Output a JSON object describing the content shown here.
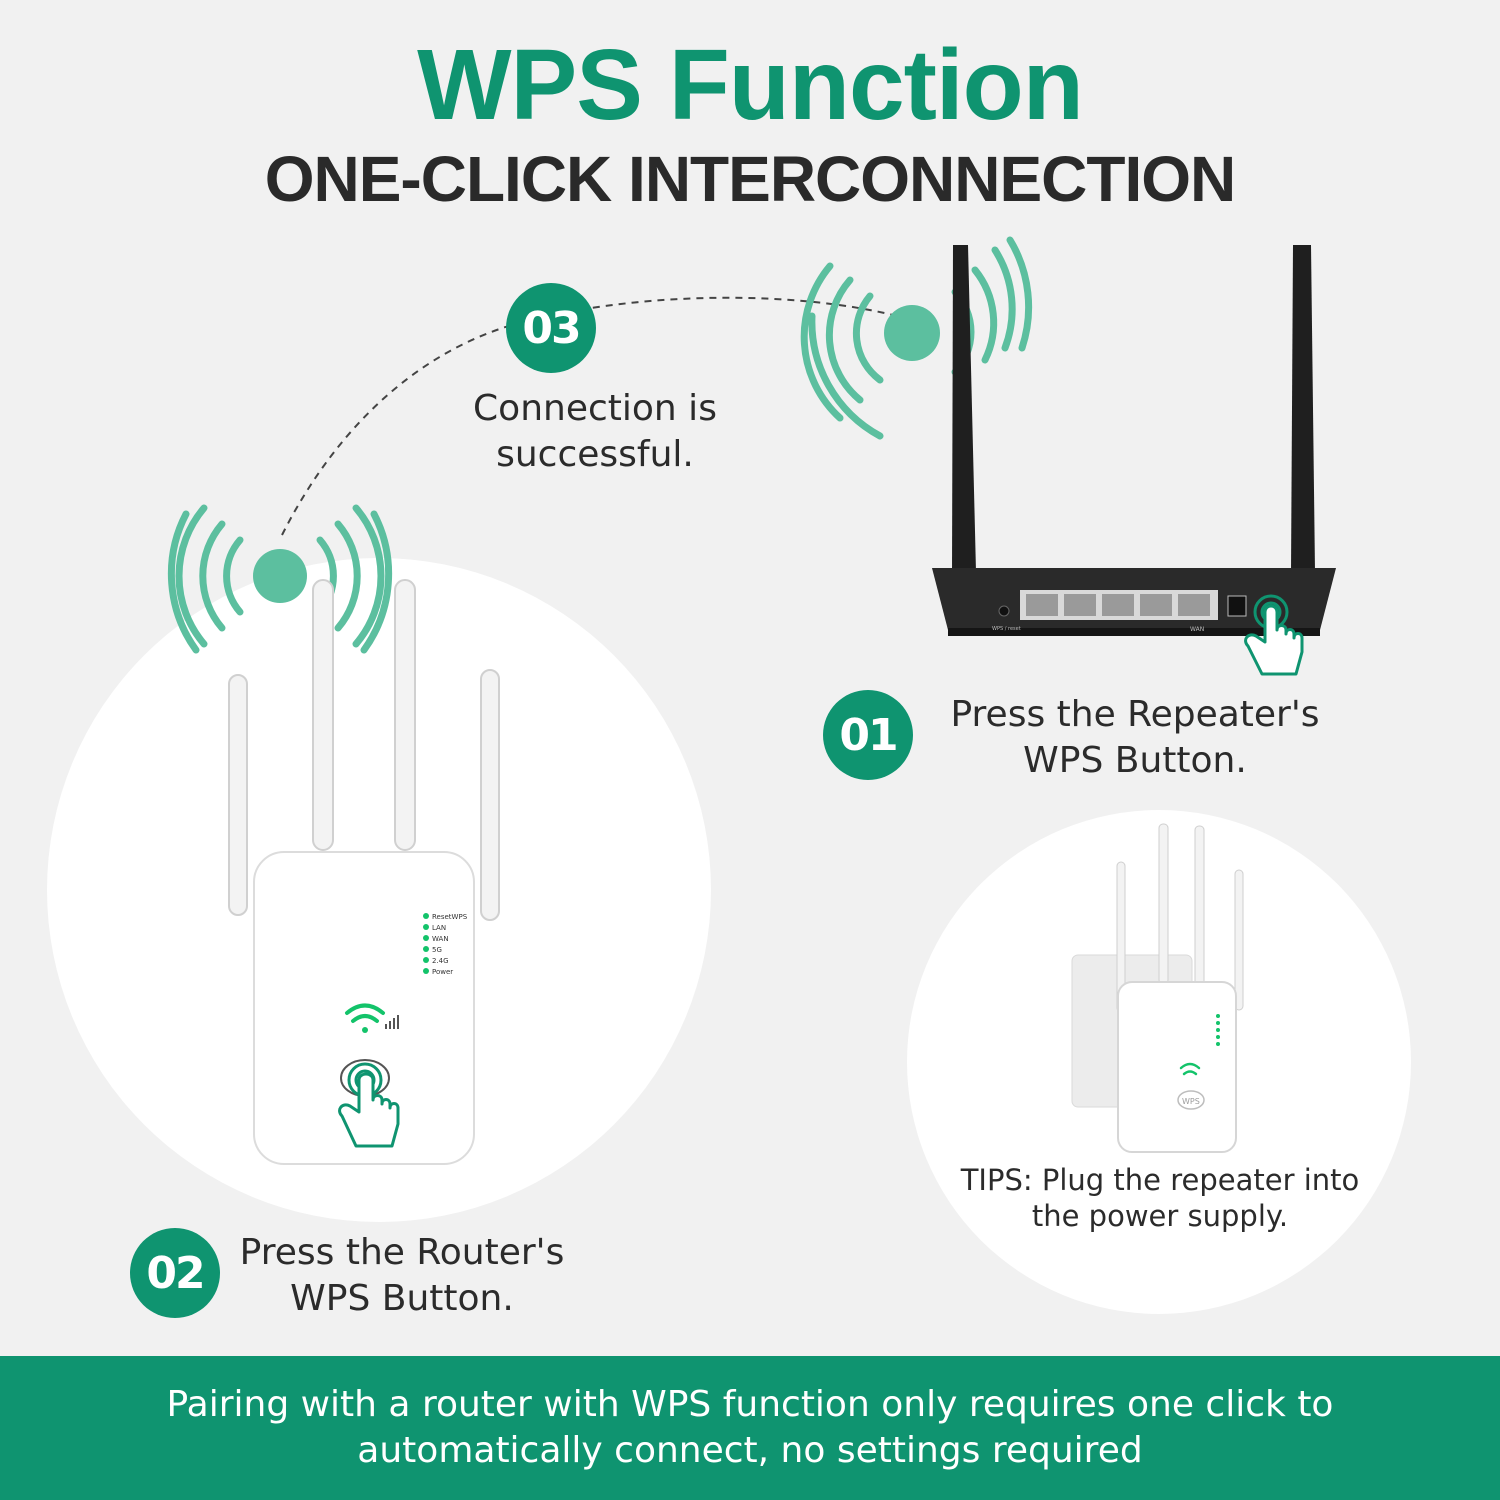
{
  "header": {
    "title": "WPS Function",
    "subtitle": "ONE-CLICK INTERCONNECTION"
  },
  "steps": [
    {
      "number": "01",
      "line1": "Press the Repeater's",
      "line2": "WPS Button."
    },
    {
      "number": "02",
      "line1": "Press the Router's",
      "line2": "WPS Button."
    },
    {
      "number": "03",
      "line1": "Connection is",
      "line2": "successful."
    }
  ],
  "tips": {
    "line1": "TIPS: Plug the repeater into",
    "line2": "the power supply."
  },
  "device_labels": {
    "indicators": [
      "ResetWPS",
      "LAN",
      "WAN",
      "5G",
      "2.4G",
      "Power"
    ],
    "router_port": "WAN",
    "router_reset": "WPS / reset",
    "small_button": "WPS"
  },
  "footer": {
    "line1": "Pairing with a router with WPS function only requires one click to",
    "line2": "automatically connect, no settings required"
  },
  "colors": {
    "brand_green": "#0f9470",
    "signal_green": "#5cbf9f",
    "background": "#f1f1f1"
  },
  "icons": [
    "wifi-signal-icon",
    "tap-finger-icon",
    "router-icon",
    "repeater-icon"
  ]
}
